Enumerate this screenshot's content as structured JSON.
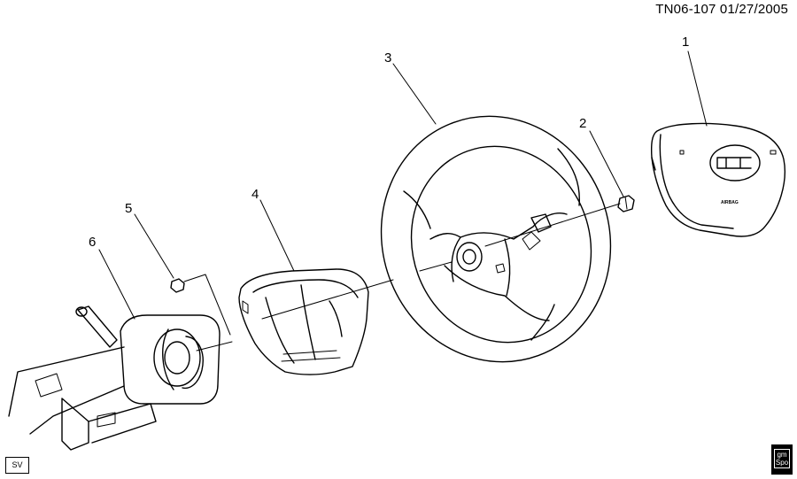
{
  "header": {
    "code": "TN06-107  01/27/2005"
  },
  "callouts": [
    {
      "id": "1",
      "label": "1"
    },
    {
      "id": "2",
      "label": "2"
    },
    {
      "id": "3",
      "label": "3"
    },
    {
      "id": "4",
      "label": "4"
    },
    {
      "id": "5",
      "label": "5"
    },
    {
      "id": "6",
      "label": "6"
    }
  ],
  "airbag_text": "AIRBAG",
  "badge": {
    "sv": "SV"
  },
  "logo": {
    "line1": "gm",
    "line2": "Spo"
  }
}
